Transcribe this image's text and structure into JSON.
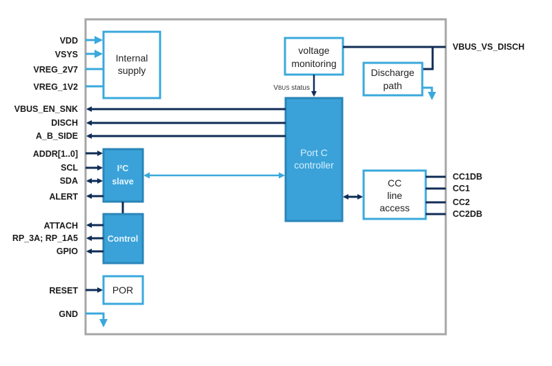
{
  "colors": {
    "frame": "#a6a6a6",
    "light_blue": "#3aa8dc",
    "block_fill": "#3aa2d8",
    "block_border": "#2a85b8",
    "dark_navy": "#0f2c55"
  },
  "pins_left": {
    "vdd": "VDD",
    "vsys": "VSYS",
    "vreg_2v7": "VREG_2V7",
    "vreg_1v2": "VREG_1V2",
    "vbus_en_snk": "VBUS_EN_SNK",
    "disch": "DISCH",
    "a_b_side": "A_B_SIDE",
    "addr": "ADDR[1..0]",
    "scl": "SCL",
    "sda": "SDA",
    "alert": "ALERT",
    "attach": "ATTACH",
    "rp": "RP_3A; RP_1A5",
    "gpio": "GPIO",
    "reset": "RESET",
    "gnd": "GND"
  },
  "pins_right": {
    "vbus_vs_disch": "VBUS_VS_DISCH",
    "cc1db": "CC1DB",
    "cc1": "CC1",
    "cc2": "CC2",
    "cc2db": "CC2DB"
  },
  "blocks": {
    "internal_supply": [
      "Internal",
      "supply"
    ],
    "voltage_monitoring": [
      "voltage",
      "monitoring"
    ],
    "discharge_path": [
      "Discharge",
      "path"
    ],
    "port_c_controller": [
      "Port C",
      "controller"
    ],
    "i2c_slave": [
      "I²C",
      "slave"
    ],
    "control": "Control",
    "cc_line_access": [
      "CC",
      "line",
      "access"
    ],
    "por": "POR"
  },
  "annotations": {
    "vbus_status_prefix": "V",
    "vbus_status_sub": "BUS",
    "vbus_status_suffix": " status"
  }
}
